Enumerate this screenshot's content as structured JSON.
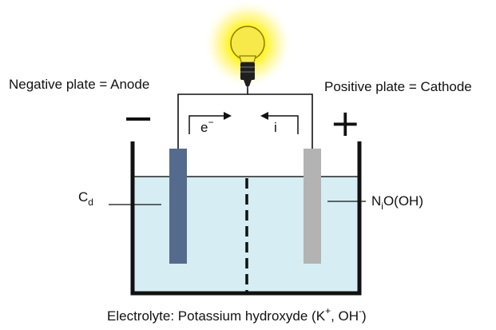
{
  "labels": {
    "negative_plate": "Negative plate = Anode",
    "positive_plate": "Positive plate = Cathode",
    "minus_sign": "−",
    "plus_sign": "+",
    "electron": "e",
    "electron_sup": "−",
    "current": "i",
    "cd_main": "C",
    "cd_sub": "d",
    "nioh_n": "N",
    "nioh_sub": "i",
    "nioh_rest": "O(OH)",
    "electrolyte_main": "Electrolyte: Potassium hydroxyde (K",
    "electrolyte_sup1": "+",
    "electrolyte_mid": ", OH",
    "electrolyte_sup2": "-",
    "electrolyte_end": ")"
  },
  "colors": {
    "electrolyte": "#d6eef3",
    "anode": "#556b8d",
    "cathode": "#b3b3b3",
    "bulb_glow": "#fff200",
    "bulb": "#f7e94a",
    "line": "#222222"
  }
}
